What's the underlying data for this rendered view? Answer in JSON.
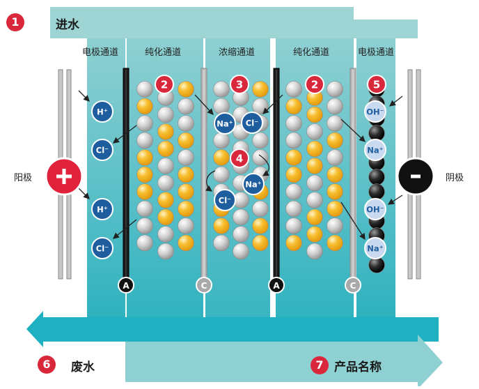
{
  "inlet": {
    "badge": "1",
    "label": "进水"
  },
  "channels": {
    "electrode_left": "电极通道",
    "pure_left": "纯化通道",
    "concentrate": "浓缩通道",
    "pure_right": "纯化通道",
    "electrode_right": "电极通道"
  },
  "electrodes": {
    "anode": {
      "label": "阳极",
      "symbol": "+",
      "color": "#e0233a"
    },
    "cathode": {
      "label": "阴极",
      "symbol": "-",
      "color": "#111111"
    }
  },
  "membranes": {
    "anion": "A",
    "cation": "C"
  },
  "badges": {
    "b2": "2",
    "b3": "3",
    "b4": "4",
    "b5": "5"
  },
  "ions": {
    "h": "H⁺",
    "cl": "Cl⁻",
    "na": "Na⁺",
    "oh": "OH⁻"
  },
  "outlets": {
    "waste": {
      "badge": "6",
      "label": "废水"
    },
    "product": {
      "badge": "7",
      "label": "产品名称"
    }
  },
  "colors": {
    "channel_teal": "#5fc3c8",
    "flow_light": "#9bd3d3",
    "resin_yellow": "#f6b622",
    "resin_gray": "#c9c9c9",
    "badge_red": "#d9283c",
    "ion_blue": "#1f5e9e"
  }
}
